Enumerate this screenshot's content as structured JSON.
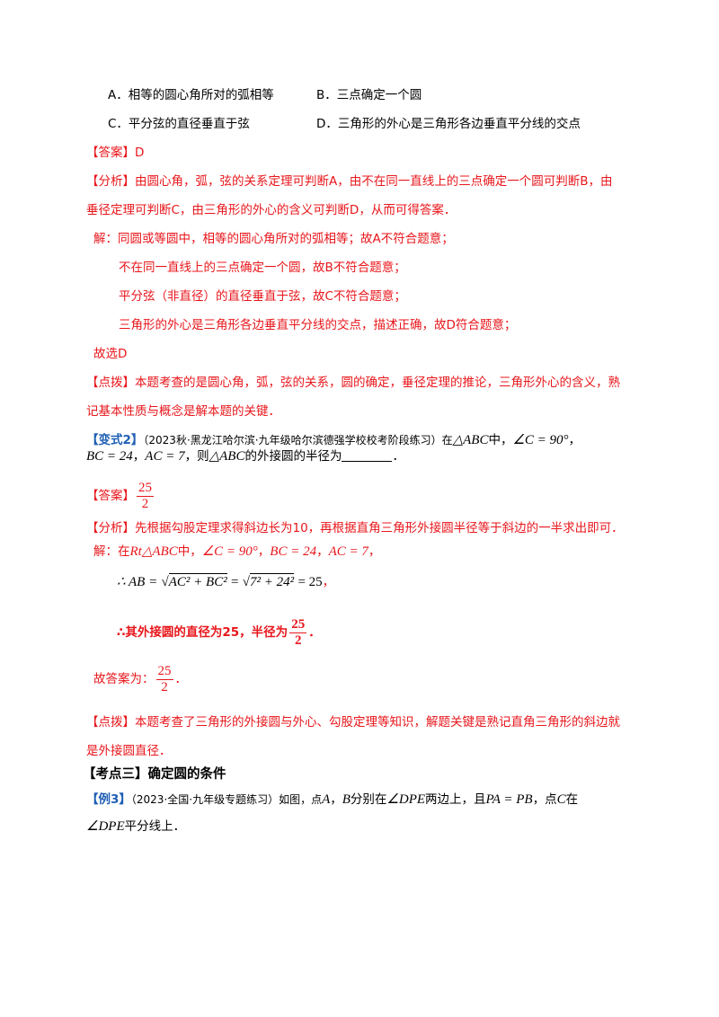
{
  "options": {
    "a": "A．相等的圆心角所对的弧相等",
    "b": "B．三点确定一个圆",
    "c": "C．平分弦的直径垂直于弦",
    "d": "D．三角形的外心是三角形各边垂直平分线的交点"
  },
  "q1": {
    "answer_tag": "【答案】",
    "answer": "D",
    "analysis_tag": "【分析】",
    "analysis_1": "由圆心角，弧，弦的关系定理可判断A，由不在同一直线上的三点确定一个圆可判断B，由",
    "analysis_2": "垂径定理可判断C，由三角形的外心的含义可判断D，从而可得答案．",
    "sol_1": "解：同圆或等圆中，相等的圆心角所对的弧相等；故A不符合题意；",
    "sol_2": "不在同一直线上的三点确定一个圆，故B不符合题意；",
    "sol_3": "平分弦（非直径）的直径垂直于弦，故C不符合题意；",
    "sol_4": "三角形的外心是三角形各边垂直平分线的交点，描述正确，故D符合题意；",
    "sol_5": "故选D",
    "tip_tag": "【点拨】",
    "tip_1": "本题考查的是圆心角，弧，弦的关系，圆的确定，垂径定理的推论，三角形外心的含义，熟",
    "tip_2": "记基本性质与概念是解本题的关键．"
  },
  "q2": {
    "tag": "【变式2】",
    "source": "（2023秋·黑龙江哈尔滨·九年级哈尔滨德强学校校考阶段练习）在",
    "tri": "△ABC",
    "in": "中，",
    "angle_c": "∠C = 90°",
    "bc": "BC = 24",
    "ac": "AC = 7",
    "then": "，则",
    "ask": "的外接圆的半径为",
    "period": "．",
    "comma": "，",
    "answer_tag": "【答案】",
    "frac_num": "25",
    "frac_den": "2",
    "analysis_tag": "【分析】",
    "analysis": "先根据勾股定理求得斜边长为10，再根据直角三角形外接圆半径等于斜边的一半求出即可．",
    "sol_prefix": "解：在",
    "rt": "Rt△ABC",
    "sol_in": "中，",
    "therefore_ab": "∴ AB =",
    "radicand1": "AC² + BC²",
    "eq": "=",
    "radicand2": "7² + 24²",
    "eq25": "= 25",
    "conclude": "∴其外接圆的直径为25，半径为",
    "final": "故答案为：",
    "tip_tag": "【点拨】",
    "tip_1": "本题考查了三角形的外接圆与外心、勾股定理等知识，解题关键是熟记直角三角形的斜边就",
    "tip_2": "是外接圆直径．"
  },
  "section": {
    "title": "【考点三】确定圆的条件"
  },
  "q3": {
    "tag": "【例3】",
    "source": "（2023·全国·九年级专题练习）如图，点",
    "a": "A",
    "b": "B",
    "sep": "，",
    "text2": "分别在",
    "angle": "∠DPE",
    "text3": "两边上，且",
    "eq": "PA = PB",
    "text4": "，点",
    "c": "C",
    "text5": "在",
    "line2": "平分线上．"
  }
}
